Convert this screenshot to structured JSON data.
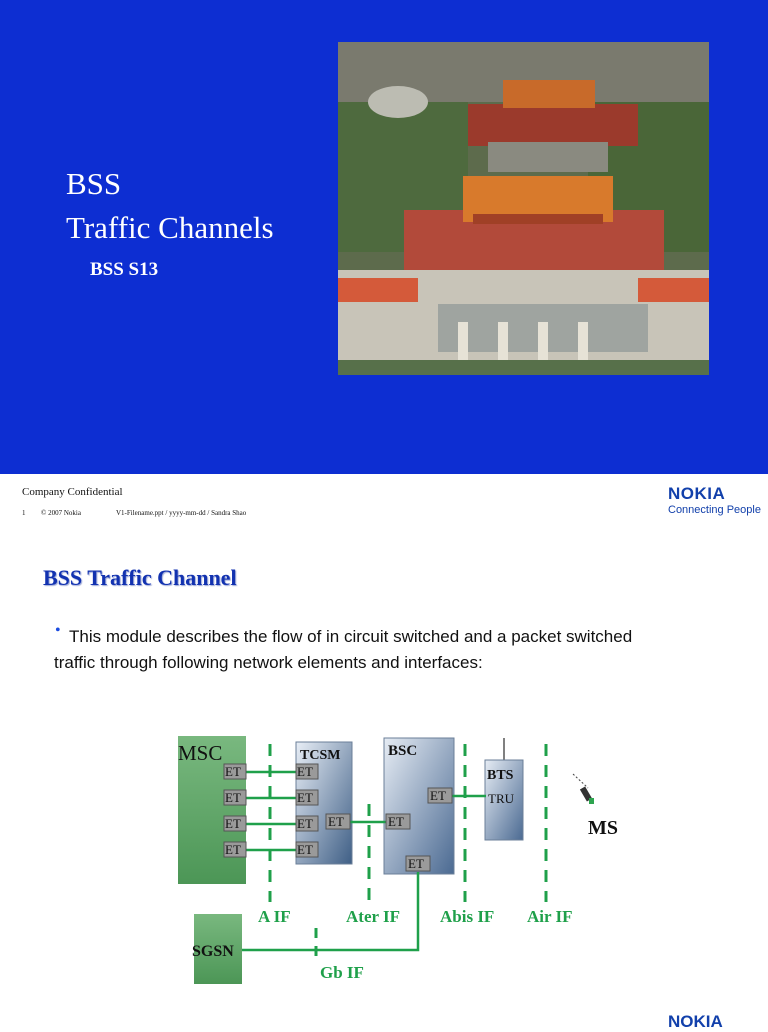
{
  "slide1": {
    "title_line1": "BSS",
    "title_line2": "Traffic Channels",
    "subtitle": "BSS S13"
  },
  "footer": {
    "confidential": "Company Confidential",
    "page_number": "1",
    "copyright": "© 2007  Nokia",
    "file_info": "V1-Filename.ppt / yyyy-mm-dd / Sandra Shao",
    "brand": "NOKIA",
    "tagline": "Connecting People"
  },
  "slide2": {
    "title": "BSS Traffic Channel",
    "bullet": "This module describes the flow of in circuit switched and a packet switched traffic through following network elements and interfaces:"
  },
  "diagram": {
    "msc": "MSC",
    "tcsm": "TCSM",
    "bsc": "BSC",
    "bts": "BTS",
    "tru": "TRU",
    "ms": "MS",
    "sgsn": "SGSN",
    "et": "ET",
    "a_if": "A IF",
    "ater_if": "Ater IF",
    "abis_if": "Abis IF",
    "air_if": "Air IF",
    "gb_if": "Gb IF"
  },
  "colors": {
    "slide_blue": "#0d2ed2",
    "nokia_blue": "#1240ab",
    "link_green": "#1fa04a",
    "msc_green": "#5ea366"
  }
}
